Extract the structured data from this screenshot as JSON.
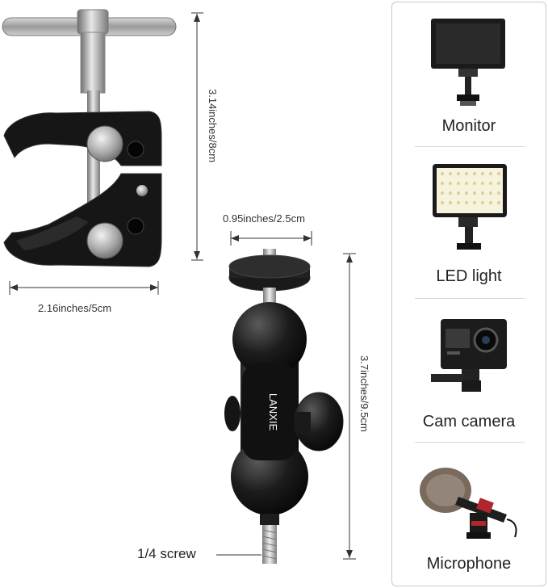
{
  "dimensions": {
    "clamp_height": "3.14inches/8cm",
    "clamp_width": "2.16inches/5cm",
    "ball_head_width": "0.95inches/2.5cm",
    "ball_arm_height": "3.7inches/9.5cm"
  },
  "screw_label": "1/4 screw",
  "brand_text": "LANXIE",
  "accessories": [
    {
      "label": "Monitor",
      "icon": "monitor-icon"
    },
    {
      "label": "LED light",
      "icon": "led-light-icon"
    },
    {
      "label": "Cam camera",
      "icon": "action-camera-icon"
    },
    {
      "label": "Microphone",
      "icon": "microphone-icon"
    }
  ]
}
